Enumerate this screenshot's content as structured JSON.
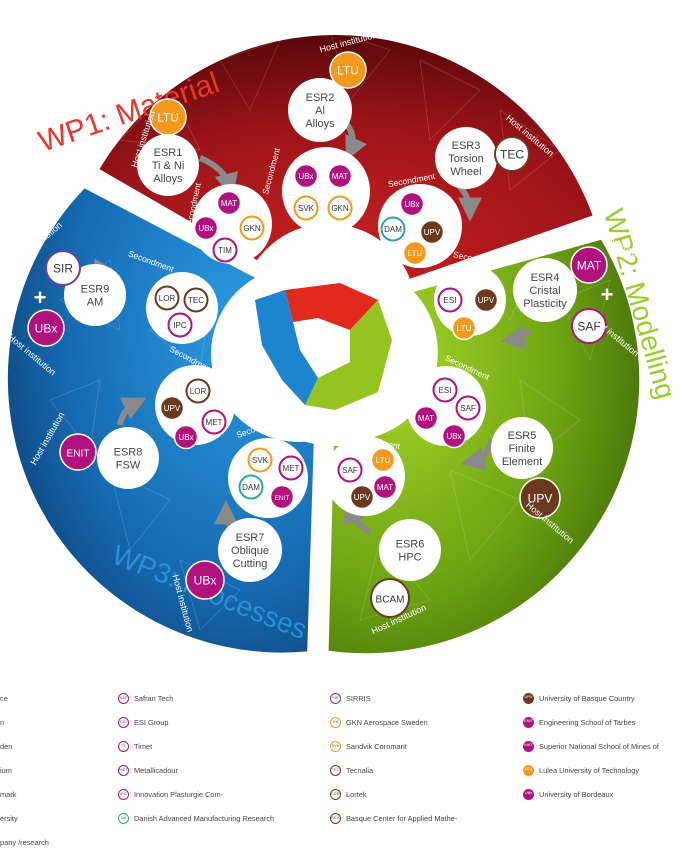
{
  "wp_titles": {
    "wp1": "WP1: Material",
    "wp2": "WP2: Modelling",
    "wp3": "WP3: Processes"
  },
  "common_labels": {
    "host": "Host institution",
    "secondment": "Secondment",
    "plus": "+"
  },
  "esrs": [
    {
      "key": "esr1",
      "line1": "ESR1",
      "line2": "Ti & Ni",
      "line3": "Alloys"
    },
    {
      "key": "esr2",
      "line1": "ESR2",
      "line2": "Al",
      "line3": "Alloys"
    },
    {
      "key": "esr3",
      "line1": "ESR3",
      "line2": "Torsion",
      "line3": "Wheel"
    },
    {
      "key": "esr4",
      "line1": "ESR4",
      "line2": "Cristal",
      "line3": "Plasticity"
    },
    {
      "key": "esr5",
      "line1": "ESR5",
      "line2": "Finite",
      "line3": "Element"
    },
    {
      "key": "esr6",
      "line1": "ESR6",
      "line2": "HPC",
      "line3": ""
    },
    {
      "key": "esr7",
      "line1": "ESR7",
      "line2": "Oblique",
      "line3": "Cutting"
    },
    {
      "key": "esr8",
      "line1": "ESR8",
      "line2": "FSW",
      "line3": ""
    },
    {
      "key": "esr9",
      "line1": "ESR9",
      "line2": "AM",
      "line3": ""
    }
  ],
  "hosts": [
    {
      "key": "esr1",
      "code": "LTU",
      "style": "filled",
      "color": "#f39a1e"
    },
    {
      "key": "esr2",
      "code": "LTU",
      "style": "filled",
      "color": "#f39a1e"
    },
    {
      "key": "esr3",
      "code": "TEC",
      "style": "ring",
      "color": "#6b3a2a"
    },
    {
      "key": "esr4a",
      "code": "MAT",
      "style": "filled",
      "color": "#b0127e"
    },
    {
      "key": "esr4b",
      "code": "SAF",
      "style": "ring",
      "color": "#b0127e"
    },
    {
      "key": "esr5",
      "code": "UPV",
      "style": "filled",
      "color": "#6b3a1e"
    },
    {
      "key": "esr6",
      "code": "BCAM",
      "style": "ring",
      "color": "#6b3a1e"
    },
    {
      "key": "esr7",
      "code": "UBx",
      "style": "filled",
      "color": "#b0127e"
    },
    {
      "key": "esr8",
      "code": "ENIT",
      "style": "filled",
      "color": "#b0127e"
    },
    {
      "key": "esr9a",
      "code": "SIR",
      "style": "ring",
      "color": "#6a3fa0"
    },
    {
      "key": "esr9b",
      "code": "UBx",
      "style": "filled",
      "color": "#b0127e"
    }
  ],
  "secondments": [
    {
      "group": "esr1",
      "items": [
        {
          "code": "MAT",
          "style": "filled",
          "color": "#b0127e"
        },
        {
          "code": "UBx",
          "style": "filled",
          "color": "#b0127e"
        },
        {
          "code": "GKN",
          "style": "ring",
          "color": "#f39a1e"
        },
        {
          "code": "TIM",
          "style": "ring",
          "color": "#b0127e"
        }
      ]
    },
    {
      "group": "esr2",
      "items": [
        {
          "code": "UBx",
          "style": "filled",
          "color": "#b0127e"
        },
        {
          "code": "MAT",
          "style": "filled",
          "color": "#b0127e"
        },
        {
          "code": "SVK",
          "style": "ring",
          "color": "#f39a1e"
        },
        {
          "code": "GKN",
          "style": "ring",
          "color": "#f39a1e"
        }
      ]
    },
    {
      "group": "esr3",
      "items": [
        {
          "code": "UBx",
          "style": "filled",
          "color": "#b0127e"
        },
        {
          "code": "DAM",
          "style": "ring",
          "color": "#2aa7a0"
        },
        {
          "code": "UPV",
          "style": "filled",
          "color": "#6b3a1e"
        },
        {
          "code": "LTU",
          "style": "filled",
          "color": "#f39a1e"
        }
      ]
    },
    {
      "group": "esr4",
      "items": [
        {
          "code": "ESI",
          "style": "ring",
          "color": "#b0127e"
        },
        {
          "code": "UPV",
          "style": "filled",
          "color": "#6b3a1e"
        },
        {
          "code": "LTU",
          "style": "filled",
          "color": "#f39a1e"
        }
      ]
    },
    {
      "group": "esr5",
      "items": [
        {
          "code": "ESI",
          "style": "ring",
          "color": "#b0127e"
        },
        {
          "code": "SAF",
          "style": "ring",
          "color": "#b0127e"
        },
        {
          "code": "MAT",
          "style": "filled",
          "color": "#b0127e"
        },
        {
          "code": "UBx",
          "style": "filled",
          "color": "#b0127e"
        }
      ]
    },
    {
      "group": "esr6",
      "items": [
        {
          "code": "LTU",
          "style": "filled",
          "color": "#f39a1e"
        },
        {
          "code": "SAF",
          "style": "ring",
          "color": "#b0127e"
        },
        {
          "code": "MAT",
          "style": "filled",
          "color": "#b0127e"
        },
        {
          "code": "UPV",
          "style": "filled",
          "color": "#6b3a1e"
        }
      ]
    },
    {
      "group": "esr7",
      "items": [
        {
          "code": "SVK",
          "style": "ring",
          "color": "#f39a1e"
        },
        {
          "code": "MET",
          "style": "ring",
          "color": "#b0127e"
        },
        {
          "code": "DAM",
          "style": "ring",
          "color": "#2aa7a0"
        },
        {
          "code": "ENIT",
          "style": "filled",
          "color": "#b0127e"
        }
      ]
    },
    {
      "group": "esr8",
      "items": [
        {
          "code": "LOR",
          "style": "ring",
          "color": "#6b3a1e"
        },
        {
          "code": "UPV",
          "style": "filled",
          "color": "#6b3a1e"
        },
        {
          "code": "MET",
          "style": "ring",
          "color": "#b0127e"
        },
        {
          "code": "UBx",
          "style": "filled",
          "color": "#b0127e"
        }
      ]
    },
    {
      "group": "esr9",
      "items": [
        {
          "code": "LOR",
          "style": "ring",
          "color": "#6b3a1e"
        },
        {
          "code": "TEC",
          "style": "ring",
          "color": "#6b3a1e"
        },
        {
          "code": "IPC",
          "style": "ring",
          "color": "#b0127e"
        }
      ]
    }
  ],
  "legend": [
    {
      "column": [
        {
          "label": "ce",
          "code": "",
          "style": "none",
          "color": "#888888"
        },
        {
          "label": "n",
          "code": "",
          "style": "none",
          "color": "#888888"
        },
        {
          "label": "den",
          "code": "",
          "style": "none",
          "color": "#888888"
        },
        {
          "label": "ium",
          "code": "",
          "style": "none",
          "color": "#888888"
        },
        {
          "label": "mark",
          "code": "",
          "style": "none",
          "color": "#888888"
        },
        {
          "label": "ersity",
          "code": "",
          "style": "none",
          "color": "#888888"
        },
        {
          "label": "pany /research",
          "code": "",
          "style": "none",
          "color": "#888888"
        }
      ]
    },
    {
      "column": [
        {
          "label": "Safran Tech",
          "code": "SAF",
          "style": "ring",
          "color": "#b0127e"
        },
        {
          "label": "ESI Group",
          "code": "ESI",
          "style": "ring",
          "color": "#b0127e"
        },
        {
          "label": "Timet",
          "code": "TI",
          "style": "ring",
          "color": "#b0127e"
        },
        {
          "label": "Metallicadour",
          "code": "MET",
          "style": "ring",
          "color": "#b0127e"
        },
        {
          "label": "Innovation Plasturgie Com-",
          "code": "IPC",
          "style": "ring",
          "color": "#b0127e"
        },
        {
          "label": "Danish Advanced Manufacturing Research",
          "code": "DA",
          "style": "ring",
          "color": "#2aa7a0"
        }
      ]
    },
    {
      "column": [
        {
          "label": "SIRRIS",
          "code": "SIR",
          "style": "ring",
          "color": "#6a3fa0"
        },
        {
          "label": "GKN Aerospace Sweden",
          "code": "GK",
          "style": "ring",
          "color": "#f39a1e"
        },
        {
          "label": "Sandvik Coromant",
          "code": "SVK",
          "style": "ring",
          "color": "#f39a1e"
        },
        {
          "label": "Tecnalia",
          "code": "TEC",
          "style": "ring",
          "color": "#6b3a1e"
        },
        {
          "label": "Lortek",
          "code": "LOR",
          "style": "ring",
          "color": "#6b3a1e"
        },
        {
          "label": "Basque Center for Applied Mathe-",
          "code": "BCA",
          "style": "ring",
          "color": "#6b3a1e"
        }
      ]
    },
    {
      "column": [
        {
          "label": "University of Basque Country",
          "code": "UPV",
          "style": "filled",
          "color": "#6b3a1e"
        },
        {
          "label": "Engineering School of Tarbes",
          "code": "ENIT",
          "style": "filled",
          "color": "#b0127e"
        },
        {
          "label": "Superior National School of Mines of",
          "code": "MAT",
          "style": "filled",
          "color": "#b0127e"
        },
        {
          "label": "Lulea University of Technology",
          "code": "LTU",
          "style": "filled",
          "color": "#f39a1e"
        },
        {
          "label": "University of Bordeaux",
          "code": "UBx",
          "style": "filled",
          "color": "#b0127e"
        }
      ]
    }
  ],
  "colors": {
    "wp1": "#a3161b",
    "wp1_dark": "#5e0a0c",
    "wp2": "#7fb11a",
    "wp2_dark": "#3e6408",
    "wp3": "#1a78c2",
    "wp3_dark": "#0c3a6a",
    "wp1_title": "#e8372b",
    "wp2_title": "#9ccc2a",
    "wp3_title": "#2a8fd6",
    "arrow": "#8a8a8a",
    "text": "#444444"
  }
}
